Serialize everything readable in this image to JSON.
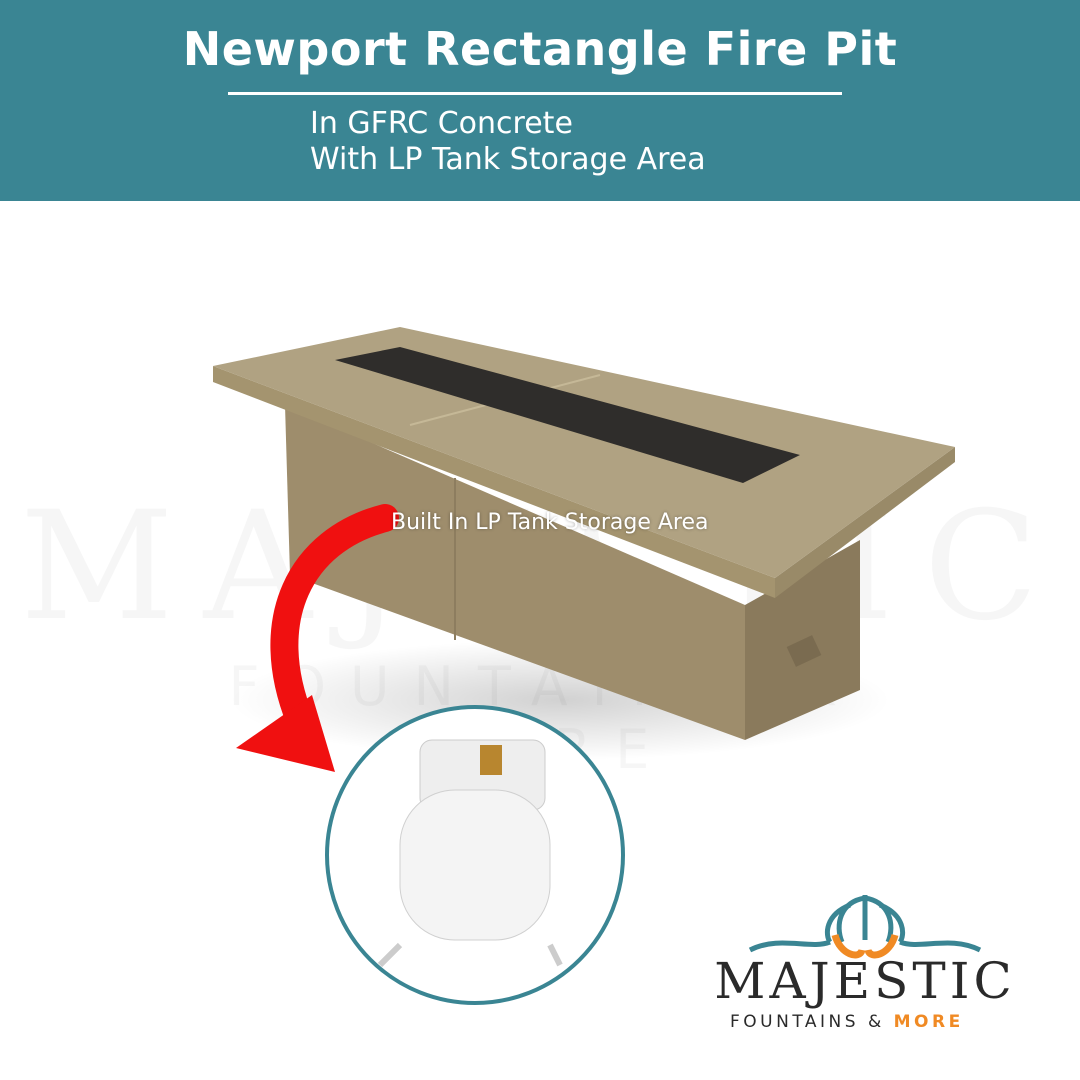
{
  "header": {
    "title": "Newport Rectangle Fire Pit",
    "subtitle_line1": "In GFRC Concrete",
    "subtitle_line2": "With LP Tank Storage Area"
  },
  "callout": {
    "label": "Built In LP Tank Storage Area"
  },
  "watermark": {
    "word": "MAJESTIC",
    "tagline": "FOUNTAINS & MORE"
  },
  "logo": {
    "brand": "MAJESTIC",
    "tagline_prefix": "FOUNTAINS &",
    "tagline_accent": "MORE"
  },
  "colors": {
    "header": "#3a8593",
    "arrow": "#f01010",
    "accent": "#f08a24",
    "teal": "#3a8593",
    "concrete": "#a8997a"
  }
}
